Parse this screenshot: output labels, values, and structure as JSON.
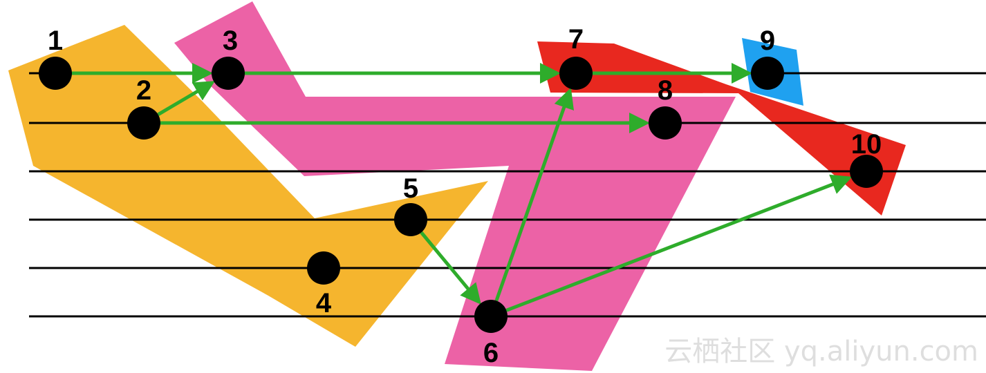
{
  "colors": {
    "group_orange": "#f5b52e",
    "group_pink": "#ec62a6",
    "group_red": "#e8281f",
    "group_blue": "#1fa1f0",
    "edge_green": "#2eac2b",
    "node_black": "#000000",
    "lane_line": "#000000",
    "watermark": "#dedede"
  },
  "nodes": [
    {
      "id": "1",
      "label": "1"
    },
    {
      "id": "2",
      "label": "2"
    },
    {
      "id": "3",
      "label": "3"
    },
    {
      "id": "4",
      "label": "4"
    },
    {
      "id": "5",
      "label": "5"
    },
    {
      "id": "6",
      "label": "6"
    },
    {
      "id": "7",
      "label": "7"
    },
    {
      "id": "8",
      "label": "8"
    },
    {
      "id": "9",
      "label": "9"
    },
    {
      "id": "10",
      "label": "10"
    }
  ],
  "edges": [
    {
      "from": "1",
      "to": "3"
    },
    {
      "from": "2",
      "to": "3"
    },
    {
      "from": "2",
      "to": "8"
    },
    {
      "from": "3",
      "to": "7"
    },
    {
      "from": "7",
      "to": "9"
    },
    {
      "from": "5",
      "to": "6"
    },
    {
      "from": "6",
      "to": "7"
    },
    {
      "from": "6",
      "to": "10"
    }
  ],
  "groups": [
    {
      "color_key": "group_orange",
      "members": [
        "1",
        "2",
        "4",
        "5"
      ]
    },
    {
      "color_key": "group_pink",
      "members": [
        "3",
        "6",
        "8"
      ]
    },
    {
      "color_key": "group_red",
      "members": [
        "7",
        "10"
      ]
    },
    {
      "color_key": "group_blue",
      "members": [
        "9"
      ]
    }
  ],
  "watermark": "云栖社区 yq.aliyun.com"
}
